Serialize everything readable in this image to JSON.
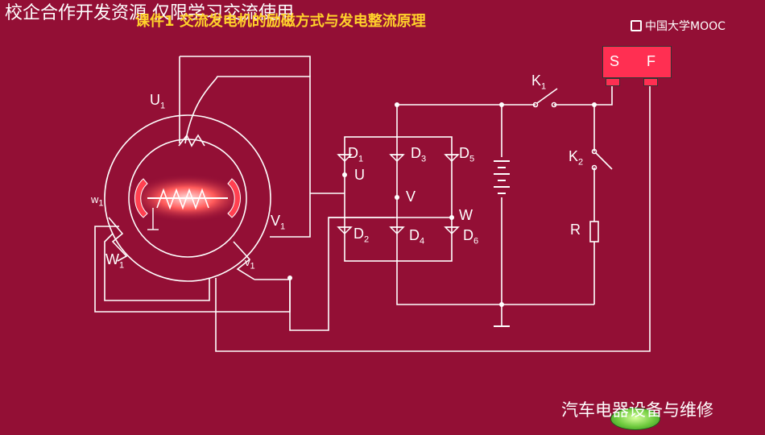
{
  "watermark": "校企合作开发资源 仅限学习交流使用",
  "slide_title": "课件1 交流发电机的励磁方式与发电整流原理",
  "brand": "中国大学MOOC",
  "course_name": "汽车电器设备与维修",
  "terminals": {
    "s": "S",
    "f": "F"
  },
  "labels": {
    "u1": "U",
    "u1_sub": "1",
    "w1_small": "w",
    "w1_small_sub": "1",
    "w1_big": "W",
    "w1_big_sub": "1",
    "v1_big": "V",
    "v1_big_sub": "1",
    "v1_small": "v",
    "v1_small_sub": "1",
    "d1": "D",
    "d1_sub": "1",
    "d2": "D",
    "d2_sub": "2",
    "d3": "D",
    "d3_sub": "3",
    "d4": "D",
    "d4_sub": "4",
    "d5": "D",
    "d5_sub": "5",
    "d6": "D",
    "d6_sub": "6",
    "u": "U",
    "v": "V",
    "w": "W",
    "k1": "K",
    "k1_sub": "1",
    "k2": "K",
    "k2_sub": "2",
    "r": "R"
  },
  "colors": {
    "background": "#930f35",
    "wire": "#ffffff",
    "title": "#ffd22a",
    "terminal": "#ff2f52",
    "rotor_glow": "#ff3040"
  }
}
